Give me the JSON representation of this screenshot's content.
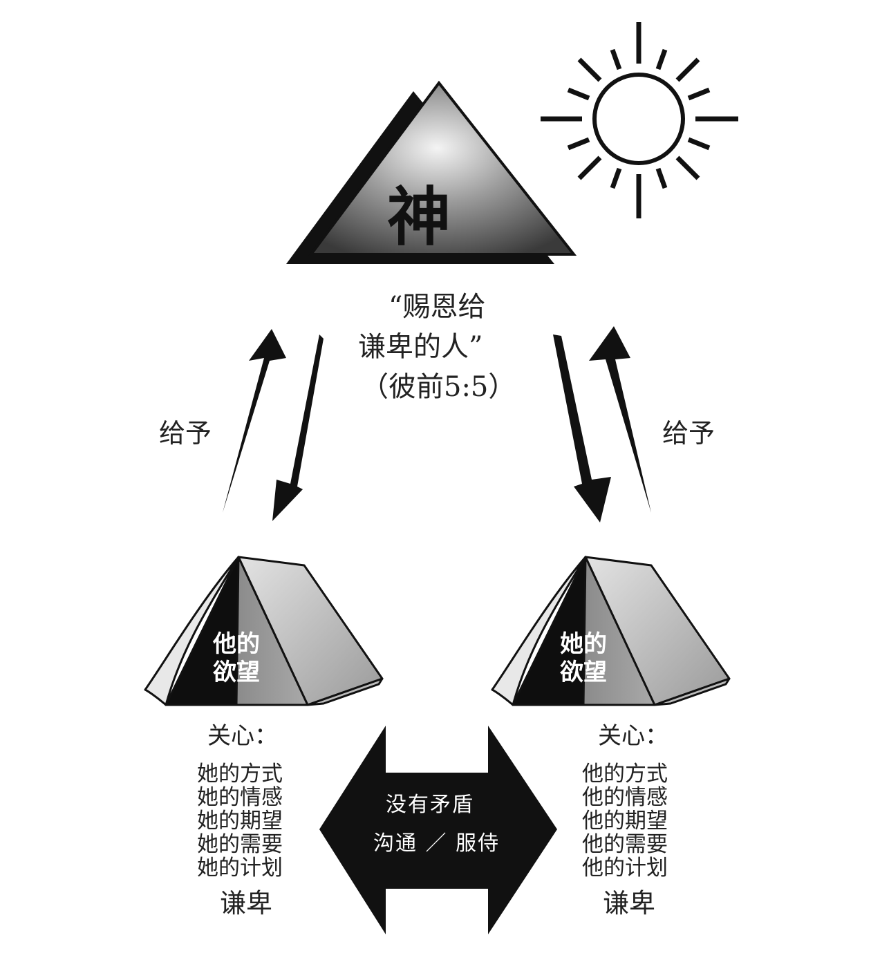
{
  "diagram": {
    "god_label": "神",
    "quote_line1": "“赐恩给",
    "quote_line2": "谦卑的人”",
    "quote_reference": "（彼前5:5）",
    "give_left": "给予",
    "give_right": "给予",
    "his_tent_line1": "他的",
    "his_tent_line2": "欲望",
    "her_tent_line1": "她的",
    "her_tent_line2": "欲望",
    "left_care_title": "关心：",
    "left_care_items": [
      "她的方式",
      "她的情感",
      "她的期望",
      "她的需要",
      "她的计划"
    ],
    "left_humble": "谦卑",
    "right_care_title": "关心：",
    "right_care_items": [
      "他的方式",
      "他的情感",
      "他的期望",
      "他的需要",
      "他的计划"
    ],
    "right_humble": "谦卑",
    "center_line1": "没有矛盾",
    "center_line2": "沟通 ／ 服侍"
  },
  "colors": {
    "ink": "#111111",
    "tent_light": "#cfcfcf",
    "tent_mid": "#8a8a8a",
    "background": "#ffffff"
  }
}
